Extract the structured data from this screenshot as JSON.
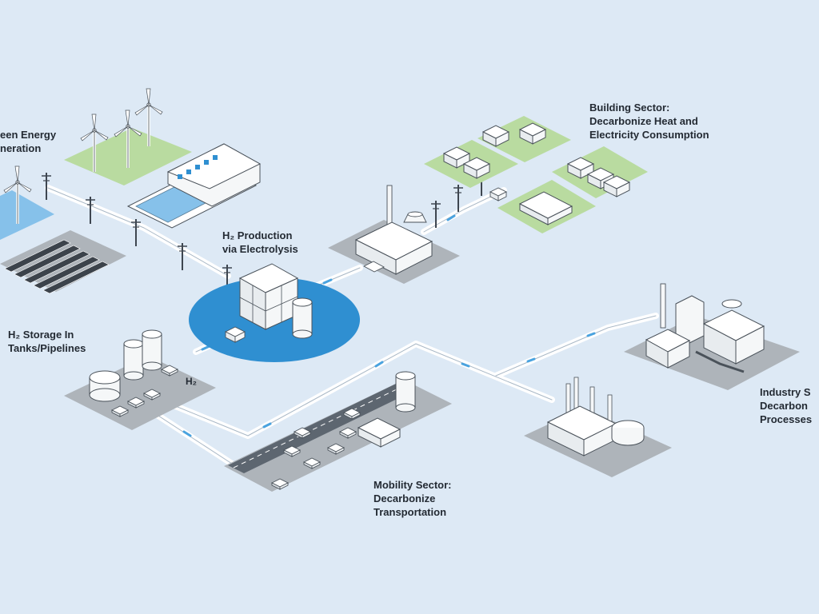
{
  "labels": {
    "green_energy": [
      "een Energy",
      "neration"
    ],
    "h2_production": [
      "H₂ Production",
      "via Electrolysis"
    ],
    "h2_storage": [
      "H₂ Storage In",
      "Tanks/Pipelines"
    ],
    "h2_tag": "H₂",
    "building": [
      "Building Sector:",
      "Decarbonize Heat and",
      "Electricity Consumption"
    ],
    "industry": [
      "Industry S",
      "Decarbon",
      "Processes"
    ],
    "mobility": [
      "Mobility Sector:",
      "Decarbonize",
      "Transportation"
    ]
  },
  "colors": {
    "background": "#dde9f5",
    "pad_gray": "#aeb4ba",
    "pad_green": "#b9dba0",
    "water_blue": "#2f8fd1",
    "solar_panel": "#3c434b",
    "building_white": "#f5f7f8",
    "pipe": "#ffffff",
    "flow_accent": "#4aa3df",
    "text": "#232a33"
  },
  "icons": [
    "wind-turbine-icon",
    "solar-panel-icon",
    "hydro-dam-icon",
    "electrolyzer-icon",
    "storage-tank-icon",
    "power-plant-icon",
    "house-icon",
    "factory-icon",
    "car-icon",
    "truck-icon",
    "pipeline-icon"
  ]
}
